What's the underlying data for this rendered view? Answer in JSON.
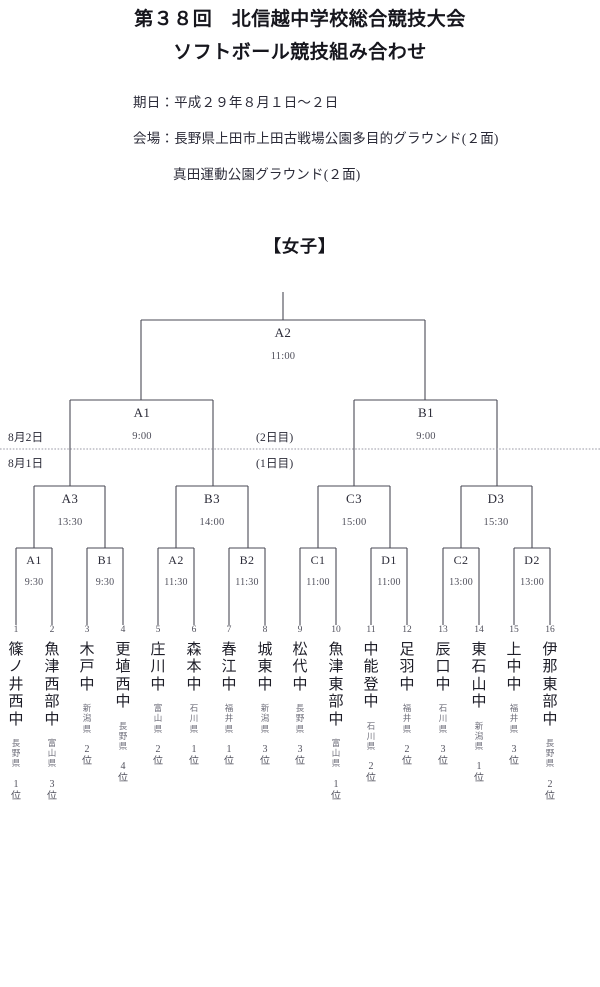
{
  "header": {
    "title_line1": "第３８回　北信越中学校総合競技大会",
    "title_line2": "ソフトボール競技組み合わせ",
    "date_line": "期日：平成２９年８月１日～２日",
    "venue_line1": "会場：長野県上田市上田古戦場公園多目的グラウンド(２面)",
    "venue_line2": "真田運動公園グラウンド(２面)",
    "category": "【女子】"
  },
  "day_labels": {
    "left_day2": "8月2日",
    "left_day1": "8月1日",
    "center_day2": "(2日目)",
    "center_day1": "(1日目)"
  },
  "matches": {
    "final": {
      "code": "A2",
      "time": "11:00"
    },
    "semifinals": [
      {
        "code": "A1",
        "time": "9:00"
      },
      {
        "code": "B1",
        "time": "9:00"
      }
    ],
    "quarterfinals": [
      {
        "code": "A3",
        "time": "13:30"
      },
      {
        "code": "B3",
        "time": "14:00"
      },
      {
        "code": "C3",
        "time": "15:00"
      },
      {
        "code": "D3",
        "time": "15:30"
      }
    ],
    "round1": [
      {
        "code": "A1",
        "time": "9:30"
      },
      {
        "code": "B1",
        "time": "9:30"
      },
      {
        "code": "A2",
        "time": "11:30"
      },
      {
        "code": "B2",
        "time": "11:30"
      },
      {
        "code": "C1",
        "time": "11:00"
      },
      {
        "code": "D1",
        "time": "11:00"
      },
      {
        "code": "C2",
        "time": "13:00"
      },
      {
        "code": "D2",
        "time": "13:00"
      }
    ]
  },
  "teams": [
    {
      "num": "1",
      "name": [
        "篠",
        "ノ",
        "井",
        "西",
        "中"
      ],
      "pref": [
        "長",
        "野",
        "県"
      ],
      "rank": [
        "1",
        "位"
      ]
    },
    {
      "num": "2",
      "name": [
        "魚",
        "津",
        "西",
        "部",
        "中"
      ],
      "pref": [
        "富",
        "山",
        "県"
      ],
      "rank": [
        "3",
        "位"
      ]
    },
    {
      "num": "3",
      "name": [
        "木",
        "戸",
        "中"
      ],
      "pref": [
        "新",
        "潟",
        "県"
      ],
      "rank": [
        "2",
        "位"
      ]
    },
    {
      "num": "4",
      "name": [
        "更",
        "埴",
        "西",
        "中"
      ],
      "pref": [
        "長",
        "野",
        "県"
      ],
      "rank": [
        "4",
        "位"
      ]
    },
    {
      "num": "5",
      "name": [
        "庄",
        "川",
        "中"
      ],
      "pref": [
        "富",
        "山",
        "県"
      ],
      "rank": [
        "2",
        "位"
      ]
    },
    {
      "num": "6",
      "name": [
        "森",
        "本",
        "中"
      ],
      "pref": [
        "石",
        "川",
        "県"
      ],
      "rank": [
        "1",
        "位"
      ]
    },
    {
      "num": "7",
      "name": [
        "春",
        "江",
        "中"
      ],
      "pref": [
        "福",
        "井",
        "県"
      ],
      "rank": [
        "1",
        "位"
      ]
    },
    {
      "num": "8",
      "name": [
        "城",
        "東",
        "中"
      ],
      "pref": [
        "新",
        "潟",
        "県"
      ],
      "rank": [
        "3",
        "位"
      ]
    },
    {
      "num": "9",
      "name": [
        "松",
        "代",
        "中"
      ],
      "pref": [
        "長",
        "野",
        "県"
      ],
      "rank": [
        "3",
        "位"
      ]
    },
    {
      "num": "10",
      "name": [
        "魚",
        "津",
        "東",
        "部",
        "中"
      ],
      "pref": [
        "富",
        "山",
        "県"
      ],
      "rank": [
        "1",
        "位"
      ]
    },
    {
      "num": "11",
      "name": [
        "中",
        "能",
        "登",
        "中"
      ],
      "pref": [
        "石",
        "川",
        "県"
      ],
      "rank": [
        "2",
        "位"
      ]
    },
    {
      "num": "12",
      "name": [
        "足",
        "羽",
        "中"
      ],
      "pref": [
        "福",
        "井",
        "県"
      ],
      "rank": [
        "2",
        "位"
      ]
    },
    {
      "num": "13",
      "name": [
        "辰",
        "口",
        "中"
      ],
      "pref": [
        "石",
        "川",
        "県"
      ],
      "rank": [
        "3",
        "位"
      ]
    },
    {
      "num": "14",
      "name": [
        "東",
        "石",
        "山",
        "中"
      ],
      "pref": [
        "新",
        "潟",
        "県"
      ],
      "rank": [
        "1",
        "位"
      ]
    },
    {
      "num": "15",
      "name": [
        "上",
        "中",
        "中"
      ],
      "pref": [
        "福",
        "井",
        "県"
      ],
      "rank": [
        "3",
        "位"
      ]
    },
    {
      "num": "16",
      "name": [
        "伊",
        "那",
        "東",
        "部",
        "中"
      ],
      "pref": [
        "長",
        "野",
        "県"
      ],
      "rank": [
        "2",
        "位"
      ]
    }
  ]
}
